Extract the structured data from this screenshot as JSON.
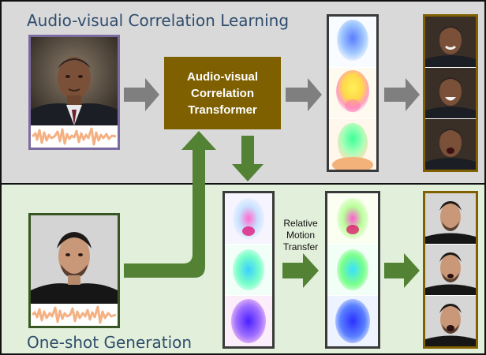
{
  "top_section": {
    "title": "Audio-visual Correlation Learning"
  },
  "bottom_section": {
    "title": "One-shot Generation"
  },
  "transformer": {
    "line1": "Audio-visual",
    "line2": "Correlation",
    "line3": "Transformer"
  },
  "relative_motion": {
    "line1": "Relative",
    "line2": "Motion",
    "line3": "Transfer"
  },
  "colors": {
    "top_bg": "#d9d9d9",
    "bottom_bg": "#e2efda",
    "transformer_bg": "#7f6000",
    "gray_arrow": "#7f7f7f",
    "green_arrow": "#548235",
    "waveform": "#f4b183",
    "frame_purple": "#7b6a9f",
    "frame_green": "#375623",
    "frame_gold": "#806000",
    "frame_dark": "#3a3a3a"
  },
  "icons": {
    "source_face_top": "face-photo-icon",
    "source_face_bottom": "face-photo-icon",
    "waveform": "audio-waveform-icon",
    "flow_maps": "optical-flow-icon"
  }
}
